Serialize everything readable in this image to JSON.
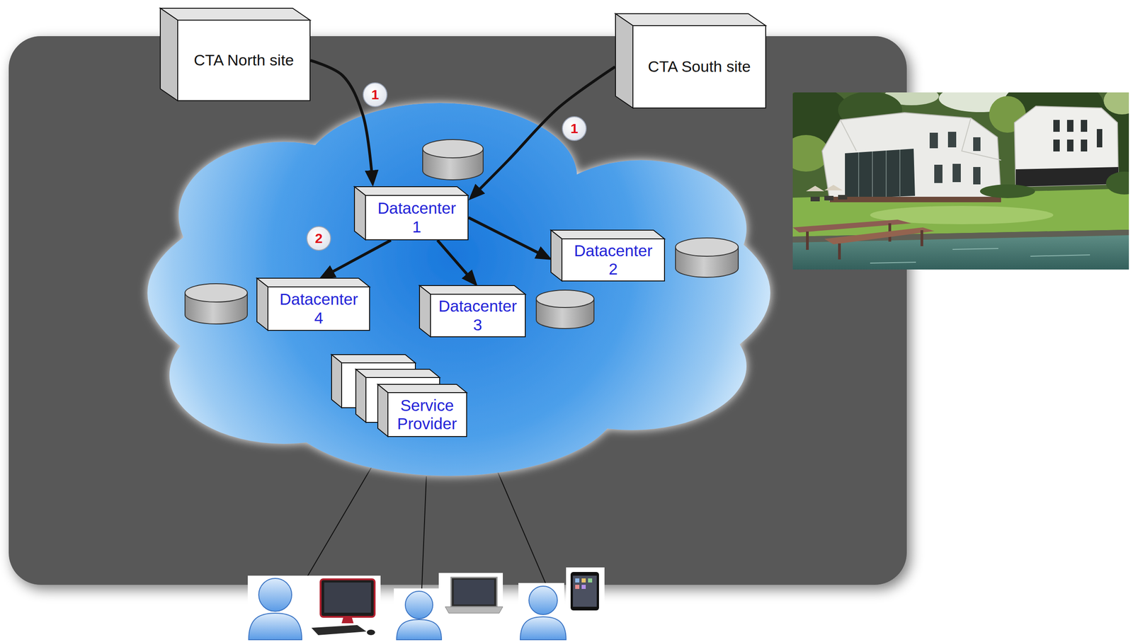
{
  "diagram": {
    "nodes": [
      {
        "text": [
          "CTA North site"
        ]
      },
      {
        "text": [
          "CTA South site"
        ]
      },
      {
        "text": [
          "Datacenter 1"
        ]
      },
      {
        "text": [
          "Datacenter 2"
        ]
      },
      {
        "text": [
          "Datacenter 3"
        ]
      },
      {
        "text": [
          "Datacenter 4"
        ]
      },
      {
        "text": [
          "Service Provider"
        ]
      }
    ],
    "edges": [
      {
        "from": 0,
        "to": 2,
        "arrow": "to"
      },
      {
        "from": 1,
        "to": 2,
        "arrow": "to"
      },
      {
        "from": 2,
        "to": 5,
        "arrow": "to"
      },
      {
        "from": 2,
        "to": 4,
        "arrow": "to"
      },
      {
        "from": 2,
        "to": 3,
        "arrow": "to"
      }
    ],
    "labels": [
      "1",
      "1",
      "2"
    ]
  }
}
